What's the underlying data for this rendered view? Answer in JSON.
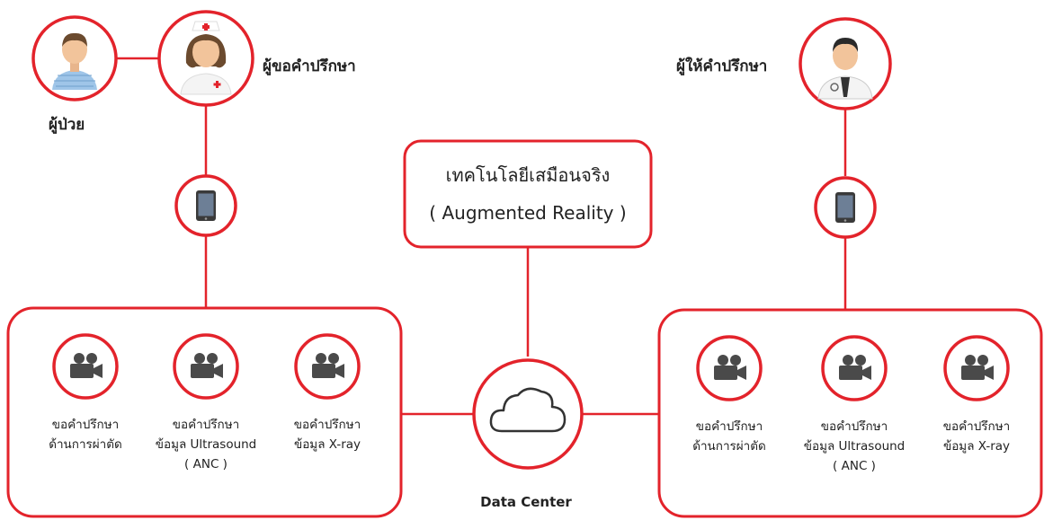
{
  "colors": {
    "accent": "#e3232b",
    "icon_gray": "#4a4a4a",
    "text": "#222222"
  },
  "patient": {
    "label": "ผู้ป่วย",
    "icon": "patient-icon"
  },
  "requester": {
    "label": "ผู้ขอคำปรึกษา",
    "icon": "nurse-icon"
  },
  "consultant": {
    "label": "ผู้ให้คำปรึกษา",
    "icon": "doctor-icon"
  },
  "ar_box": {
    "line1": "เทคโนโลยีเสมือนจริง",
    "line2": "( Augmented Reality )"
  },
  "data_center": {
    "label": "Data Center",
    "icon": "cloud-icon"
  },
  "device_icon": "tablet-icon",
  "left_group": {
    "items": [
      {
        "icon": "video-camera-icon",
        "line1": "ขอคำปรึกษา",
        "line2": "ด้านการผ่าตัด",
        "line3": ""
      },
      {
        "icon": "video-camera-icon",
        "line1": "ขอคำปรึกษา",
        "line2": "ข้อมูล Ultrasound",
        "line3": "( ANC )"
      },
      {
        "icon": "video-camera-icon",
        "line1": "ขอคำปรึกษา",
        "line2": "ข้อมูล X-ray",
        "line3": ""
      }
    ]
  },
  "right_group": {
    "items": [
      {
        "icon": "video-camera-icon",
        "line1": "ขอคำปรึกษา",
        "line2": "ด้านการผ่าตัด",
        "line3": ""
      },
      {
        "icon": "video-camera-icon",
        "line1": "ขอคำปรึกษา",
        "line2": "ข้อมูล Ultrasound",
        "line3": "( ANC )"
      },
      {
        "icon": "video-camera-icon",
        "line1": "ขอคำปรึกษา",
        "line2": "ข้อมูล X-ray",
        "line3": ""
      }
    ]
  }
}
